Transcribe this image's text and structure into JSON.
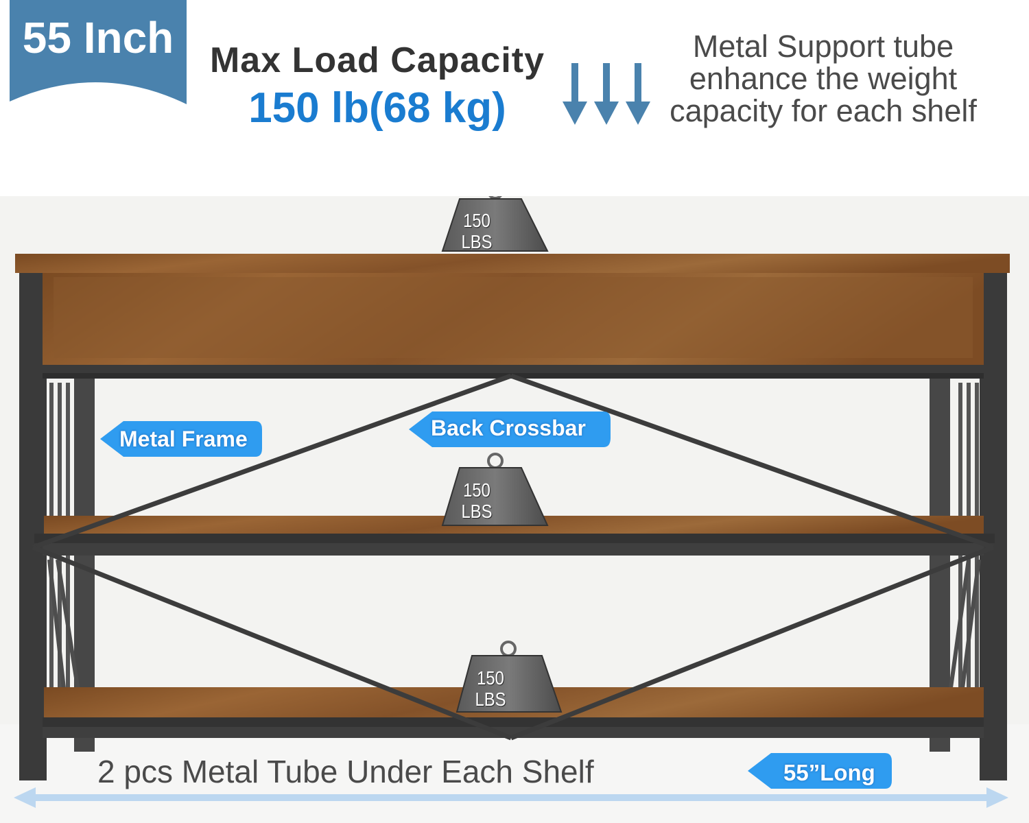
{
  "banner": {
    "text": "55 Inch",
    "color": "#4a82ad"
  },
  "load": {
    "title": "Max Load Capacity",
    "value": "150 lb(68 kg)",
    "value_color": "#1a7cd0"
  },
  "support": {
    "lines": [
      "Metal Support tube",
      "enhance the weight",
      "capacity for each shelf"
    ]
  },
  "weights": [
    {
      "value": "150",
      "unit": "LBS"
    },
    {
      "value": "150",
      "unit": "LBS"
    },
    {
      "value": "150",
      "unit": "LBS"
    }
  ],
  "labels": {
    "metal_frame": "Metal Frame",
    "back_crossbar": "Back Crossbar",
    "length": "55”Long",
    "tube": "2 pcs Metal Tube Under Each Shelf"
  },
  "colors": {
    "wood": "#8a5a2e",
    "frame": "#3a3a3a",
    "callout": "#2f9cf0"
  }
}
